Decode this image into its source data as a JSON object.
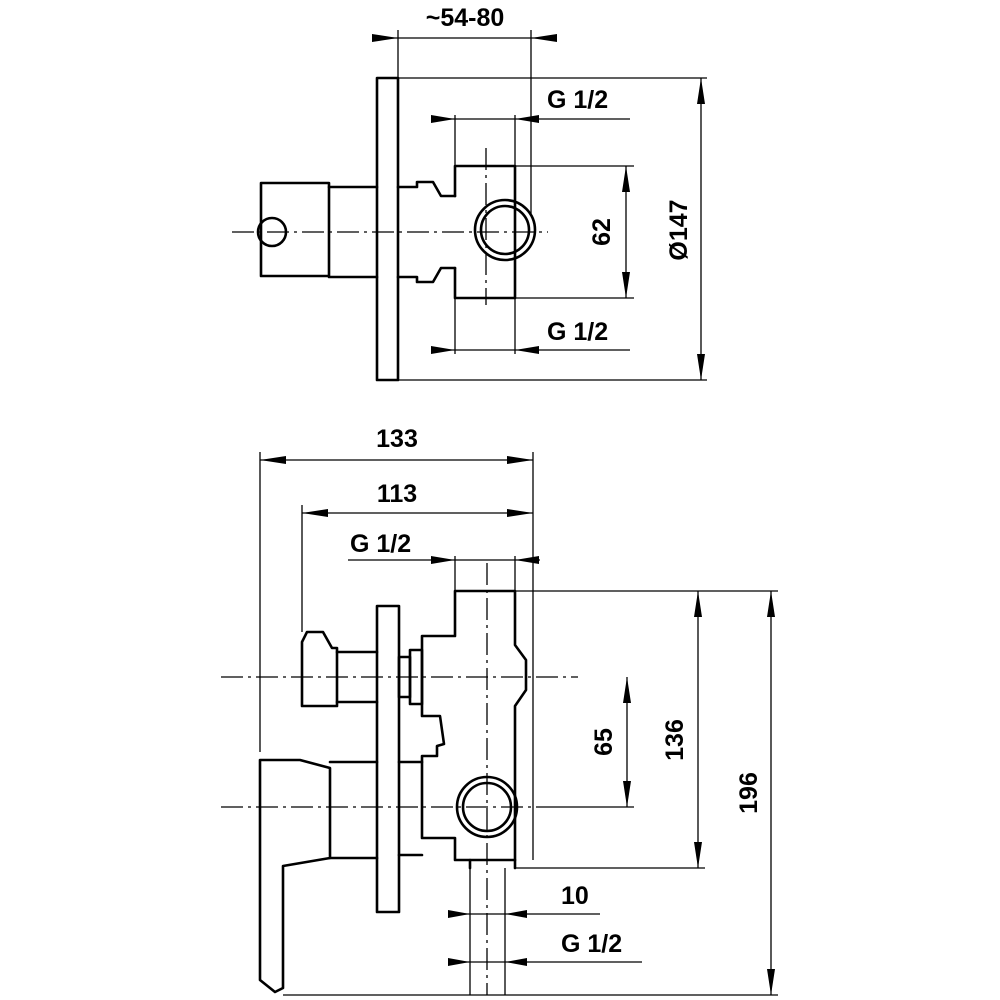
{
  "top_view": {
    "dim_width": "~54-80",
    "dim_thread_top": "G 1/2",
    "dim_thread_bottom": "G 1/2",
    "dim_spacing": "62",
    "dim_diameter": "Ø147"
  },
  "front_view": {
    "dim_total_depth": "133",
    "dim_body_depth": "113",
    "dim_thread_top": "G 1/2",
    "dim_axis_spacing": "65",
    "dim_body_height": "136",
    "dim_total_height": "196",
    "dim_offset": "10",
    "dim_thread_bottom": "G 1/2"
  }
}
